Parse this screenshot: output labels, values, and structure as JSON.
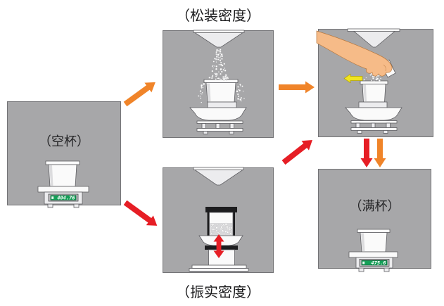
{
  "colors": {
    "panel": "#a7a7a9",
    "orange": "#f08429",
    "red": "#e61e25",
    "yellow": "#f1e41f",
    "green": "#14a057"
  },
  "titles": {
    "loose_density": "（松装密度）",
    "tapped_density": "（振实密度）"
  },
  "panels": {
    "empty_cup": {
      "label": "（空杯）",
      "scale_reading": "404.76"
    },
    "loose_fill": {
      "icons": [
        "funnel-icon",
        "powder-stream",
        "measuring-cup",
        "stand-bowl-base"
      ]
    },
    "scraping": {
      "icons": [
        "funnel-icon",
        "hand-arm-icon",
        "scraper-blade-icon",
        "leveling-arrow-icon",
        "powder-heap",
        "measuring-cup",
        "stand-bowl-base"
      ]
    },
    "tapping": {
      "icons": [
        "funnel-icon",
        "tap-cylinder",
        "powder-column",
        "tapping-arrow-icon",
        "stand-base"
      ]
    },
    "full_cup": {
      "label": "（满杯）",
      "scale_reading": "475.6"
    }
  },
  "process_arrows": [
    {
      "name": "empty-to-loose",
      "color": "orange",
      "direction": "up-right"
    },
    {
      "name": "loose-to-scrape",
      "color": "orange",
      "direction": "right"
    },
    {
      "name": "empty-to-tapped",
      "color": "red",
      "direction": "down-right"
    },
    {
      "name": "tapped-to-scrape",
      "color": "red",
      "direction": "up-right"
    },
    {
      "name": "scrape-to-full-red",
      "color": "red",
      "direction": "down"
    },
    {
      "name": "scrape-to-full-orange",
      "color": "orange",
      "direction": "down"
    },
    {
      "name": "leveling-arrow",
      "color": "yellow",
      "direction": "left"
    },
    {
      "name": "tapping-arrow",
      "color": "red",
      "direction": "up-down"
    }
  ]
}
